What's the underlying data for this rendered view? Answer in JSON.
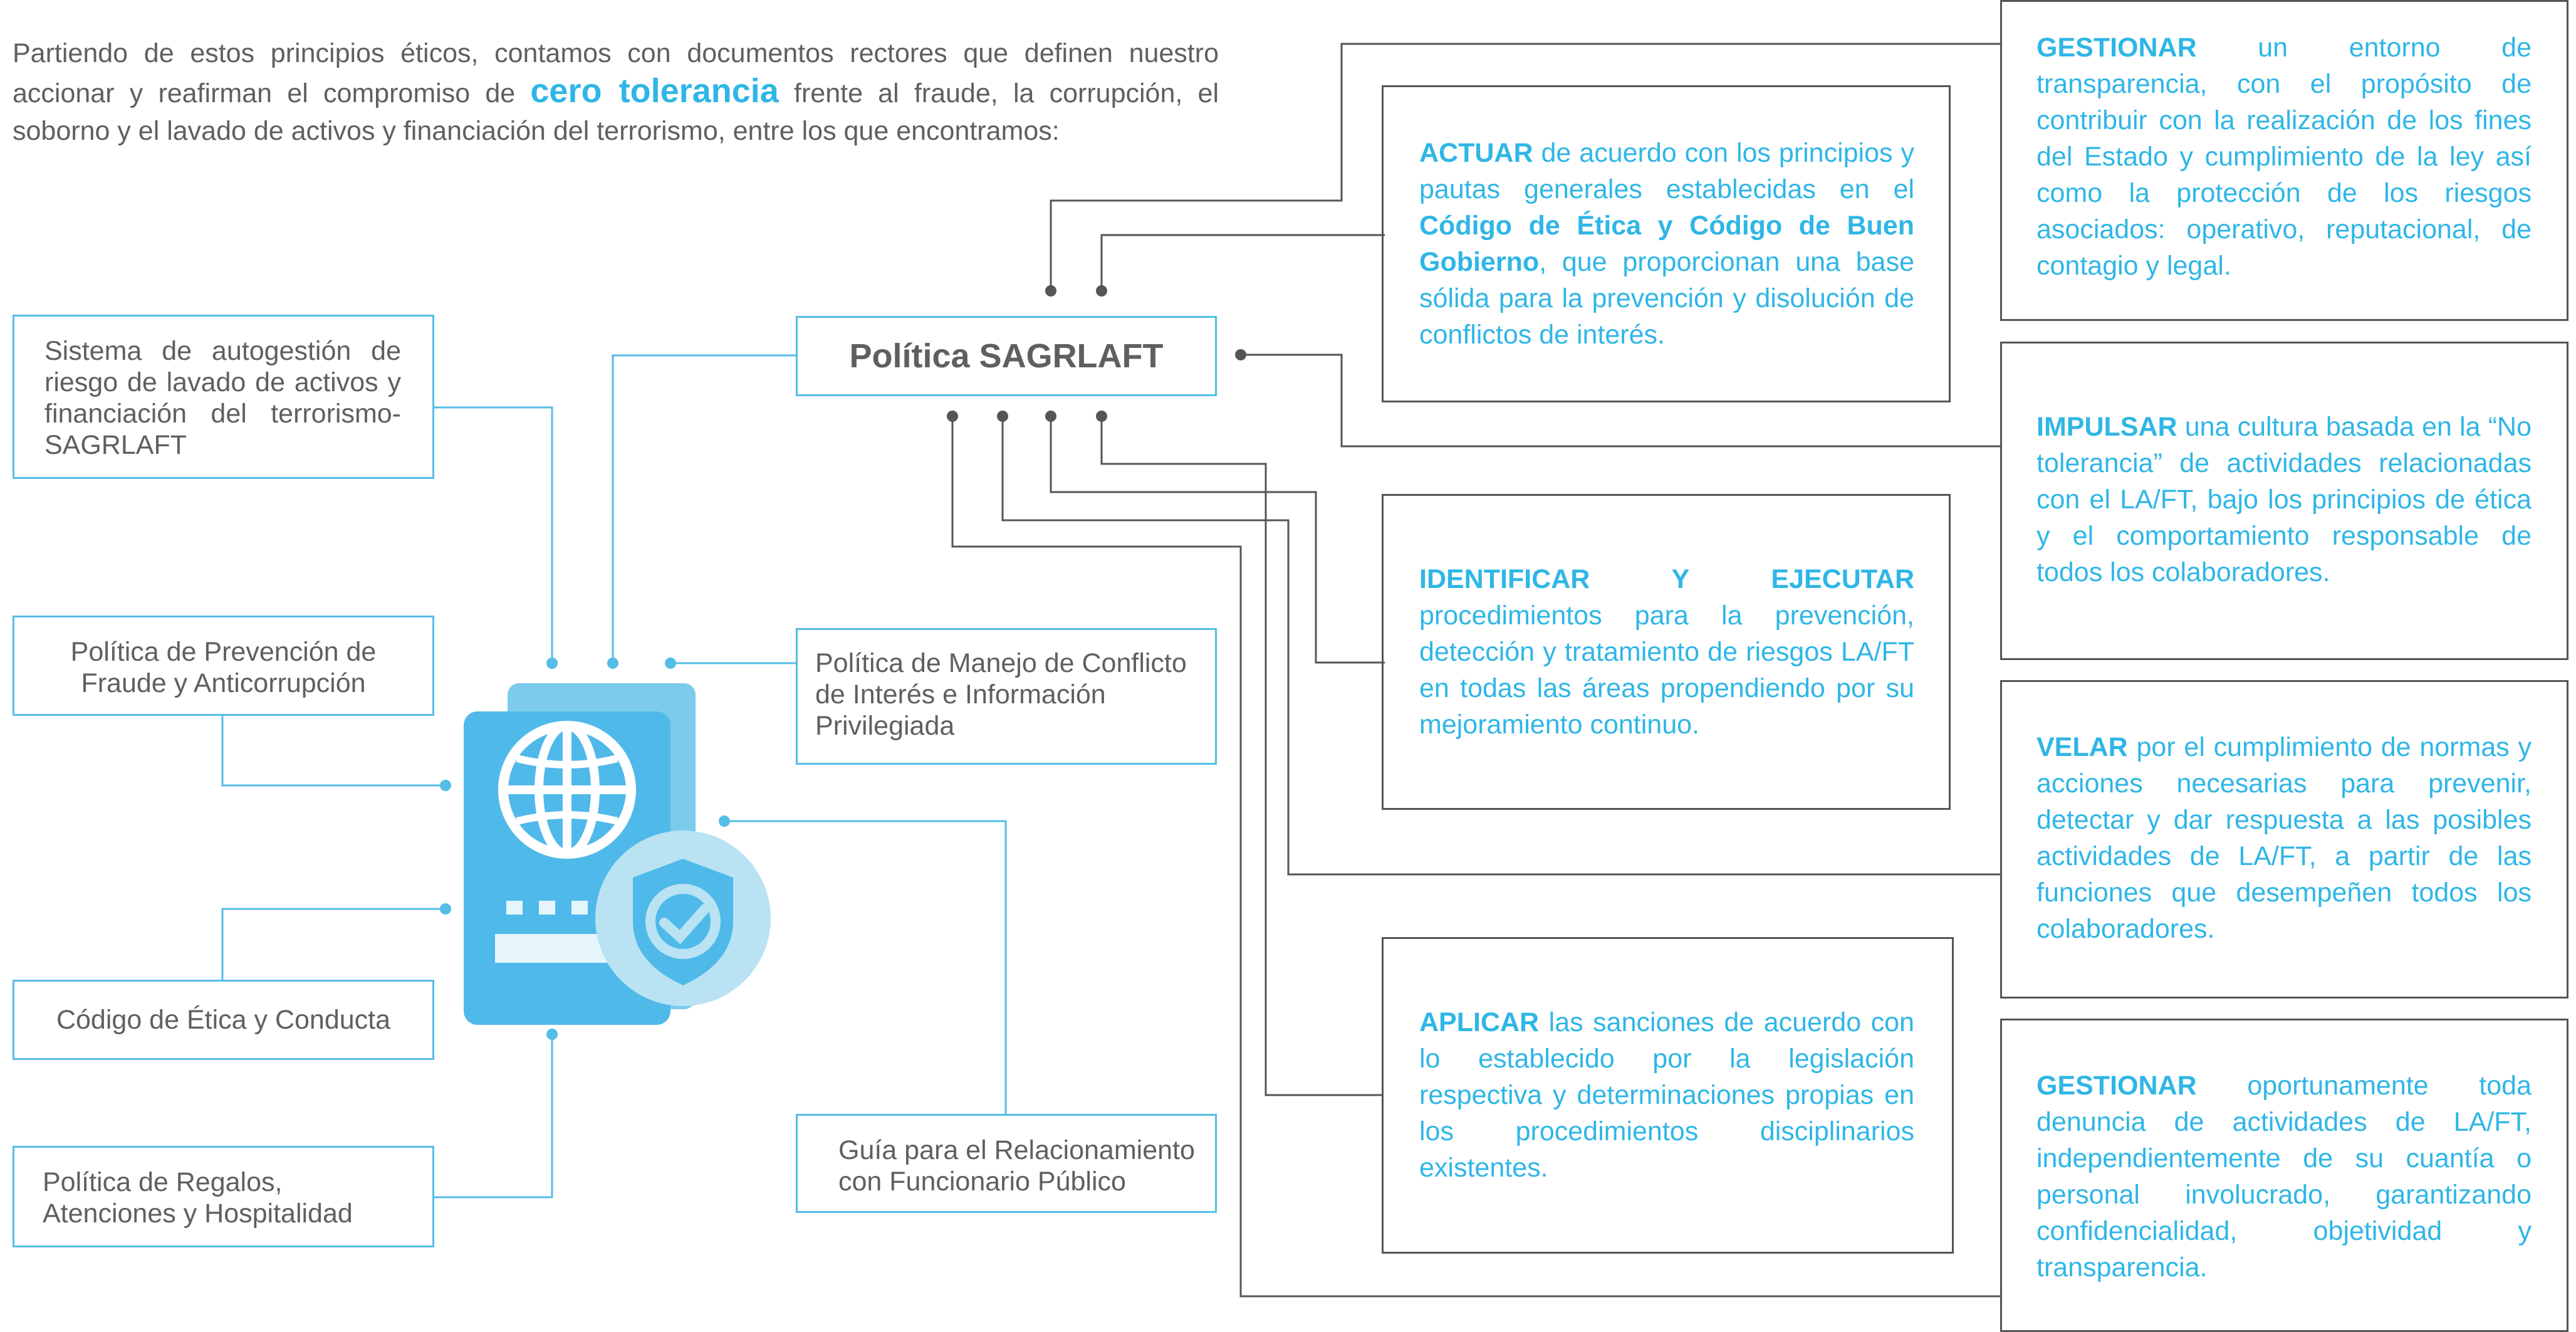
{
  "intro": {
    "before": "Partiendo de estos principios éticos, contamos con documentos rectores que definen nuestro accionar y reafirman el compromiso de ",
    "emphasis": "cero tolerancia",
    "after": " frente al fraude, la corrupción, el soborno y el lavado de activos y financiación del terrorismo, entre los que encontramos:"
  },
  "center": {
    "title": "Política SAGRLAFT"
  },
  "left_items": [
    {
      "label": "Sistema de autogestión de riesgo de lavado de activos y financiación del terrorismo-SAGRLAFT"
    },
    {
      "label": "Política de Prevención de Fraude y Anticorrupción"
    },
    {
      "label": "Código de Ética y Conducta"
    },
    {
      "label": "Política de Regalos, Atenciones y Hospitalidad"
    }
  ],
  "middle_items": [
    {
      "label": "Política de Manejo de Conflicto de Interés e Información Privilegiada"
    },
    {
      "label": "Guía para el Relacionamiento con Funcionario Público"
    }
  ],
  "principles": [
    {
      "verb": "ACTUAR",
      "text": " de acuerdo con los principios y pautas generales establecidas en el ",
      "strong": "Código de Ética y Código de Buen Gobierno",
      "text2": ", que proporcionan una base sólida para la prevención y disolución de conflictos de interés."
    },
    {
      "verb": "IDENTIFICAR Y EJECUTAR",
      "text": " procedimientos para la prevención, detección y tratamiento de riesgos LA/FT en todas las áreas propendiendo por su mejoramiento continuo."
    },
    {
      "verb": "APLICAR",
      "text": " las sanciones de acuerdo con lo establecido por la legislación respectiva y determinaciones propias en los procedimientos disciplinarios existentes."
    },
    {
      "verb": "GESTIONAR",
      "text": " un entorno de transparencia, con el propósito de contribuir con la realización de los fines del Estado y cumplimiento de la ley así como la protección de los riesgos asociados: operativo, reputacional, de contagio y legal."
    },
    {
      "verb": "IMPULSAR",
      "text": " una cultura basada en la “No tolerancia” de actividades relacionadas con el LA/FT, bajo los principios de ética y el comportamiento responsable de todos los colaboradores."
    },
    {
      "verb": "VELAR",
      "text": " por el cumplimiento de normas y acciones necesarias para prevenir, detectar y dar respuesta a las posibles actividades de LA/FT, a partir de las funciones que desempeñen todos los colaboradores."
    },
    {
      "verb": "GESTIONAR",
      "text": " oportunamente toda denuncia de actividades de LA/FT, independientemente de su cuantía o personal involucrado, garantizando confidencialidad, objetividad y transparencia."
    }
  ],
  "colors": {
    "accent": "#2fb6e6",
    "line_blue": "#55bde6",
    "line_gray": "#555555",
    "body_text": "#5f5f5f",
    "passport": "#4fb9ea",
    "passport_back": "#7ccbeb",
    "shield_bg": "#b9e3f3"
  },
  "icons": {
    "illustration": "passport-shield-icon"
  }
}
